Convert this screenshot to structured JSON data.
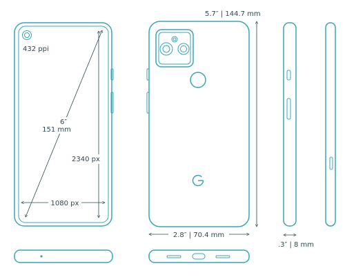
{
  "annotations": {
    "ppi": "432 ppi",
    "diagonal_inches": "6″",
    "diagonal_mm": "151 mm",
    "height_px": "2340 px",
    "width_px": "1080 px",
    "height_back": "5.7″ | 144.7 mm",
    "width_back": "2.8″ | 70.4 mm",
    "depth": ".3″ | 8 mm"
  },
  "colors": {
    "outline": "#38a6b8",
    "text": "#2e4a52",
    "background": "#ffffff"
  },
  "icons": {
    "logo": "google-g-icon",
    "fingerprint": "fingerprint-sensor-icon",
    "camera": "camera-module-icon"
  }
}
